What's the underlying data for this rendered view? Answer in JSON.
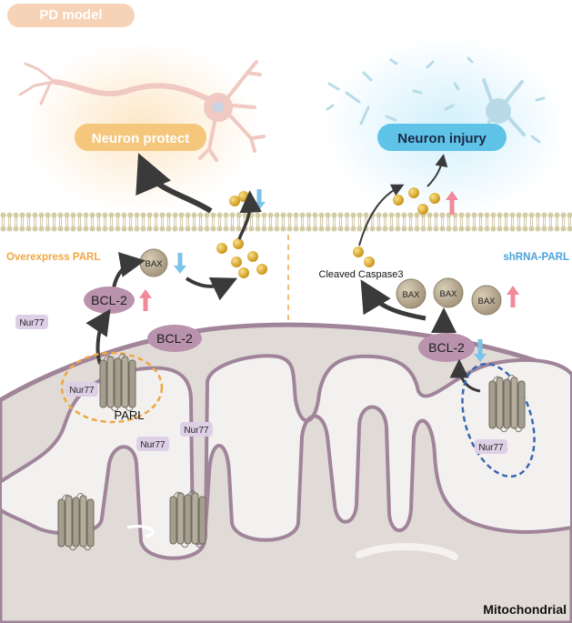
{
  "title": "PD model",
  "left_panel": {
    "outcome": "Neuron protect",
    "condition": "Overexpress PARL",
    "bax": "BAX",
    "bcl2_upper": "BCL-2",
    "bcl2_lower": "BCL-2",
    "parl": "PARL",
    "nur77_labels": [
      "Nur77",
      "Nur77",
      "Nur77",
      "Nur77"
    ]
  },
  "right_panel": {
    "outcome": "Neuron injury",
    "condition": "shRNA-PARL",
    "cleaved_caspase": "Cleaved Caspase3",
    "bax_labels": [
      "BAX",
      "BAX",
      "BAX"
    ],
    "bcl2": "BCL-2",
    "nur77": "Nur77"
  },
  "mitochondria_label": "Mitochondrial",
  "colors": {
    "title_pill": "#f6d3b6",
    "protect": "#f4c77c",
    "injury": "#5fc3e8",
    "condition_left": "#f0a742",
    "condition_right": "#4aa3db",
    "bcl2": "#b993ad",
    "bax": "#b5a88e",
    "nur77": "#ddd0e6",
    "membrane": "#d8d1ad",
    "mito_outer": "#a0849a",
    "mito_fill": "#e1dbd7",
    "matrix": "#f3f1ef",
    "arrow": "#3a3a3a",
    "up_arrow": "#f08a9a",
    "down_arrow": "#7cc3ea"
  }
}
